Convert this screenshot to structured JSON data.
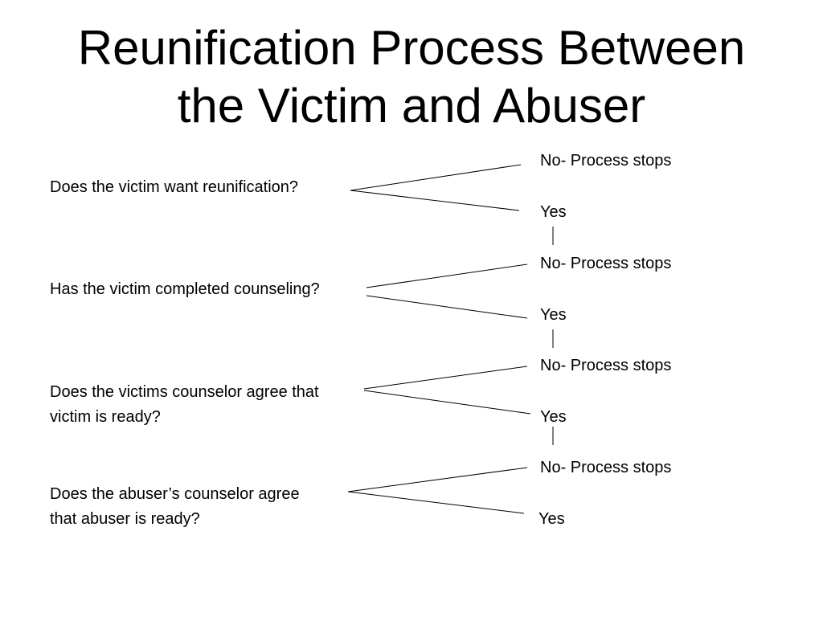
{
  "title": {
    "line1": "Reunification Process Between",
    "line2": "the Victim and Abuser"
  },
  "steps": [
    {
      "question_line1": "Does the victim want reunification?",
      "no_label": "No- Process stops",
      "yes_label": "Yes"
    },
    {
      "question_line1": "Has the victim completed counseling?",
      "no_label": "No- Process stops",
      "yes_label": "Yes"
    },
    {
      "question_line1": "Does the victims counselor agree that",
      "question_line2": "victim is ready?",
      "no_label": "No- Process stops",
      "yes_label": "Yes"
    },
    {
      "question_line1": "Does the abuser’s counselor agree",
      "question_line2": "that abuser is ready?",
      "no_label": "No- Process stops",
      "yes_label": "Yes"
    }
  ]
}
